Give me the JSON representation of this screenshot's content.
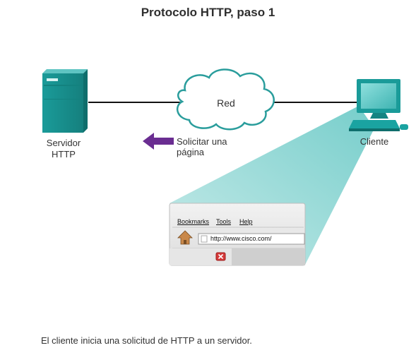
{
  "title": "Protocolo HTTP, paso 1",
  "server": {
    "label": "Servidor\nHTTP",
    "icon": "server-icon"
  },
  "client": {
    "label": "Cliente",
    "icon": "computer-icon"
  },
  "network": {
    "label": "Red",
    "icon": "cloud-icon"
  },
  "request": {
    "label": "Solicitar una\npágina",
    "arrow_color": "#6a2d91"
  },
  "browser": {
    "menu": [
      "Bookmarks",
      "Tools",
      "Help"
    ],
    "address": "http://www.cisco.com/",
    "home_icon": "home-icon",
    "close_icon": "close-icon"
  },
  "caption": "El cliente inicia una solicitud de HTTP a un servidor.",
  "colors": {
    "device_teal": "#1aa3a1",
    "beam_teal": "#5dc2c0",
    "cloud_stroke": "#2a9d9c"
  }
}
